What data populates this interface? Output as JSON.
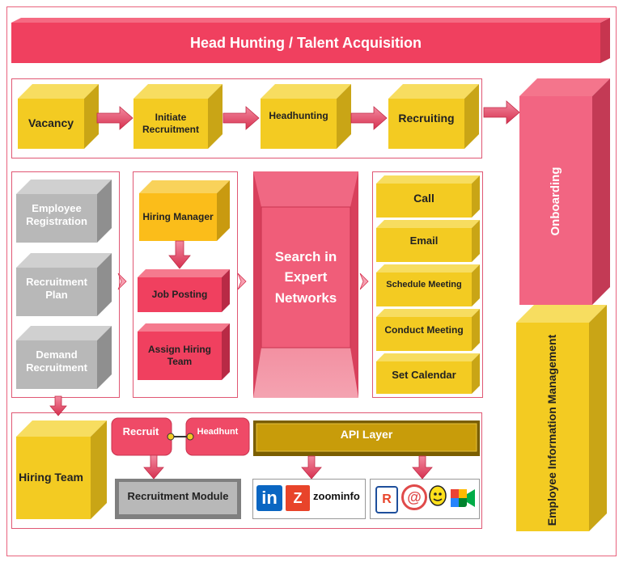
{
  "title": "Head Hunting / Talent Acquisition",
  "process": {
    "vacancy": "Vacancy",
    "initiate": "Initiate Recruitment",
    "headhunting": "Headhunting",
    "recruiting": "Recruiting"
  },
  "onboarding": "Onboarding",
  "eim": "Employee Information Management",
  "left_column": {
    "employee_registration": "Employee Registration",
    "recruitment_plan": "Recruitment Plan",
    "demand_recruitment": "Demand Recruitment"
  },
  "hiring": {
    "hiring_manager": "Hiring Manager",
    "job_posting": "Job Posting",
    "assign_hiring_team": "Assign Hiring Team"
  },
  "search": "Search in Expert Networks",
  "channels": {
    "call": "Call",
    "email": "Email",
    "schedule_meeting": "Schedule Meeting",
    "conduct_meeting": "Conduct Meeting",
    "set_calendar": "Set Calendar"
  },
  "bottom": {
    "hiring_team": "Hiring Team",
    "recruit": "Recruit",
    "headhunt": "Headhunt",
    "api_layer": "API Layer",
    "recruitment_module": "Recruitment Module"
  },
  "logos": {
    "linkedin": "in",
    "z_mark": "Z",
    "zoominfo": "zoominfo",
    "r_mark": "R",
    "at_mark": "@"
  },
  "colors": {
    "pink": "#f0405f",
    "yellow": "#f3cb22",
    "gray": "#b8b8b8",
    "olive": "#c89c0a",
    "frame": "#e05773"
  }
}
